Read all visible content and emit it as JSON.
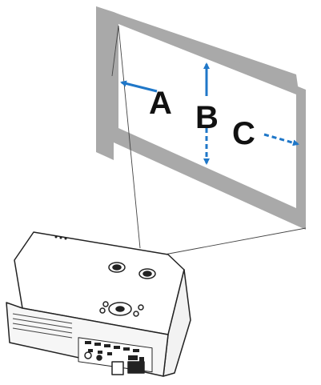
{
  "figure": {
    "labels": {
      "a": "A",
      "b": "B",
      "c": "C"
    },
    "colors": {
      "screen_frame": "#a9a9a9",
      "screen_surface": "#ffffff",
      "arrow": "#1f77c8",
      "outline": "#222222",
      "projection_line": "#444444"
    },
    "icons": {
      "projector": "projector-icon",
      "screen": "projection-screen",
      "arrow_left": "arrow-left-icon",
      "arrow_vertical": "arrow-up-down-icon",
      "arrow_right_dashed": "dashed-arrow-right-icon"
    }
  }
}
